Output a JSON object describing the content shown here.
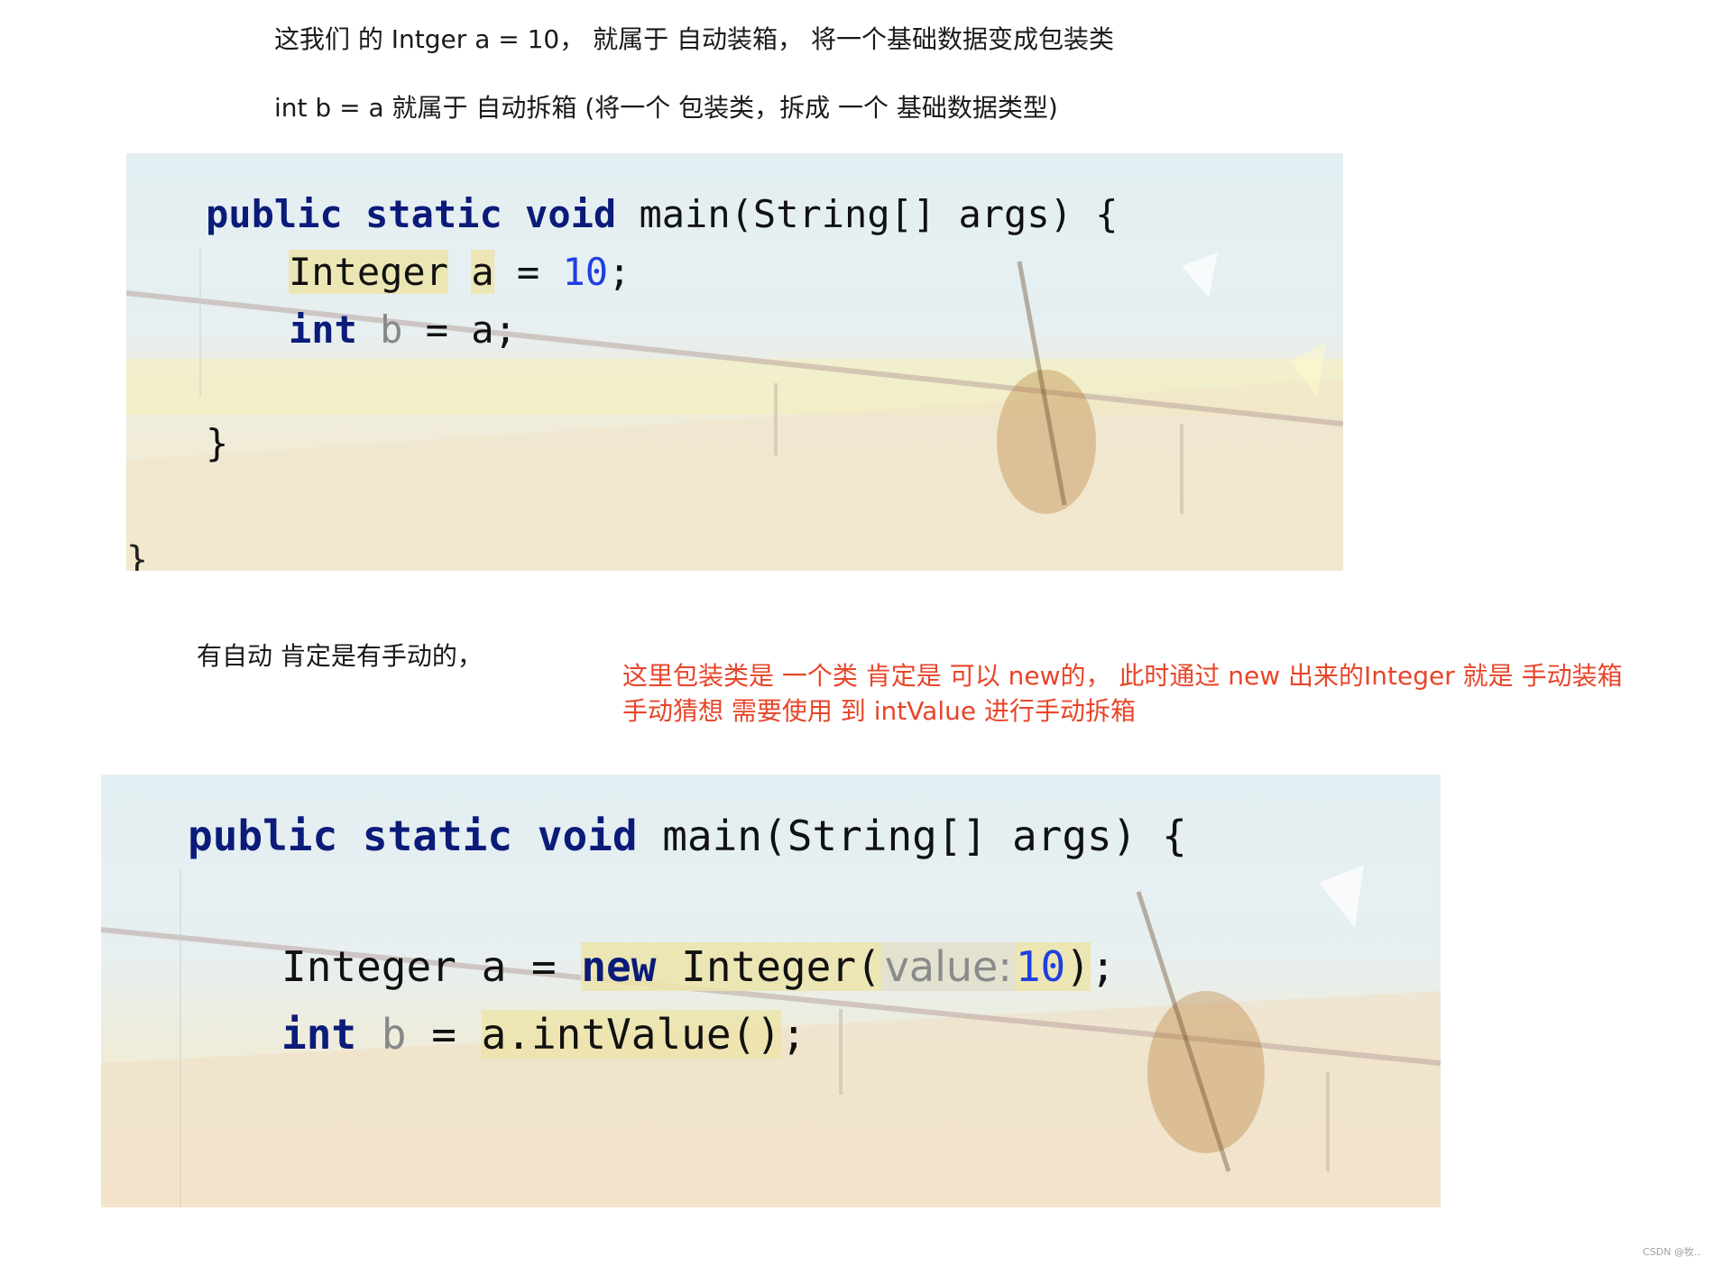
{
  "notes": {
    "line1": "这我们 的 Intger a = 10， 就属于 自动装箱， 将一个基础数据变成包装类",
    "line2": "int b = a 就属于 自动拆箱 (将一个 包装类，拆成 一个 基础数据类型)",
    "line3": "有自动 肯定是有手动的，",
    "red1": "这里包装类是 一个类 肯定是 可以 new的， 此时通过 new 出来的Integer 就是 手动装箱",
    "red2": "手动猜想 需要使用 到 intValue 进行手动拆箱"
  },
  "code1": {
    "kw_public": "public",
    "kw_static": "static",
    "kw_void": "void",
    "sig": " main(String[] args) {",
    "type_integer": "Integer",
    "var_a": "a",
    "eq": " = ",
    "num10": "10",
    "semi": ";",
    "kw_int": "int",
    "var_b": "b",
    "eq_a": " = a;",
    "close_inner": "}",
    "close_outer": "}"
  },
  "code2": {
    "kw_public": "public",
    "kw_static": "static",
    "kw_void": "void",
    "sig": " main(String[] args) {",
    "type_integer": "Integer",
    "var_a": " a = ",
    "kw_new": "new",
    "ctor": " Integer(",
    "hint": "value:",
    "num10": "10",
    "close_call": ")",
    "semi": ";",
    "kw_int": "int",
    "var_b": "b",
    "eq": " = ",
    "call": "a.intValue()",
    "semi2": ";"
  },
  "watermark": "CSDN @牧.."
}
